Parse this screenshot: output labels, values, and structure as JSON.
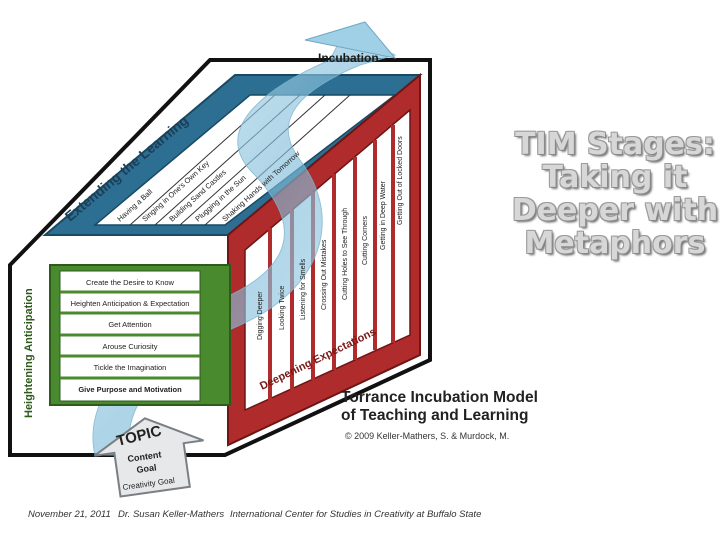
{
  "title": {
    "line1": "TIM Stages:",
    "line2": "Taking it",
    "line3": "Deeper with",
    "line4": "Metaphors"
  },
  "diagram": {
    "incubation_label": "Incubation",
    "top_face_label": "Extending the Learning",
    "top_face_items": [
      "Having a Ball",
      "Singing in One's Own Key",
      "Building Sand Castles",
      "Plugging in the Sun",
      "Shaking Hands with Tomorrow"
    ],
    "left_face_label": "Heightening Anticipation",
    "left_face_items": [
      "Create the Desire to Know",
      "Heighten Anticipation & Expectation",
      "Get Attention",
      "Arouse Curiosity",
      "Tickle the Imagination",
      "Give Purpose and Motivation"
    ],
    "right_face_label": "Deepening Expectations",
    "right_face_items": [
      "Digging Deeper",
      "Looking Twice",
      "Listening for Smells",
      "Crossing Out Mistakes",
      "Cutting Holes to See Through",
      "Cutting Corners",
      "Getting in Deep Water",
      "Getting Out of Locked Doors"
    ],
    "arrow_title": "TOPIC",
    "arrow_items": [
      "Content",
      "Goal",
      "Creativity Goal"
    ],
    "model_title_line1": "Torrance Incubation Model",
    "model_title_line2": "of Teaching and Learning",
    "copyright": "© 2009 Keller-Mathers, S. & Murdock, M.",
    "colors": {
      "green": "#4a8a2f",
      "red": "#b32a2a",
      "blue": "#2b6c8e",
      "swirl": "#8fc6e0",
      "dark": "#1a1a1a"
    }
  },
  "footer": {
    "date": "November 21, 2011",
    "author": "Dr. Susan Keller-Mathers",
    "org": "International Center for Studies in Creativity at Buffalo State"
  }
}
